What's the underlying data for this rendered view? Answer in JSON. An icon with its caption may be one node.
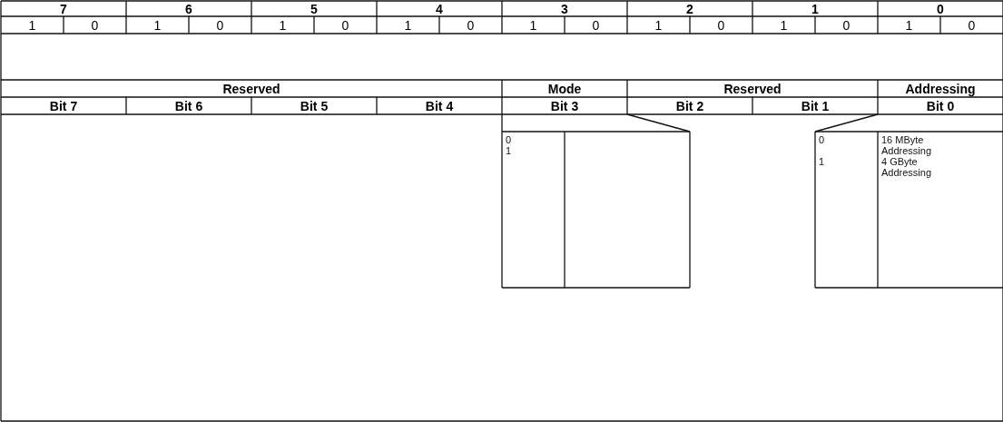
{
  "diagram": {
    "labels": [
      "7",
      "6",
      "5",
      "4",
      "3",
      "2",
      "1",
      "0",
      "1",
      "0",
      "1",
      "0",
      "1",
      "0",
      "1",
      "0",
      "1",
      "0",
      "1",
      "0",
      "1",
      "0",
      "1",
      "0",
      "Reserved",
      "Mode",
      "Reserved",
      "Addressing",
      "Bit 7",
      "Bit 6",
      "Bit 5",
      "Bit 4",
      "Bit 3",
      "Bit 2",
      "Bit 1",
      "Bit 0",
      "0",
      "1",
      "0",
      "16 MByte Addressing",
      "1",
      "4 GByte Addressing"
    ]
  }
}
